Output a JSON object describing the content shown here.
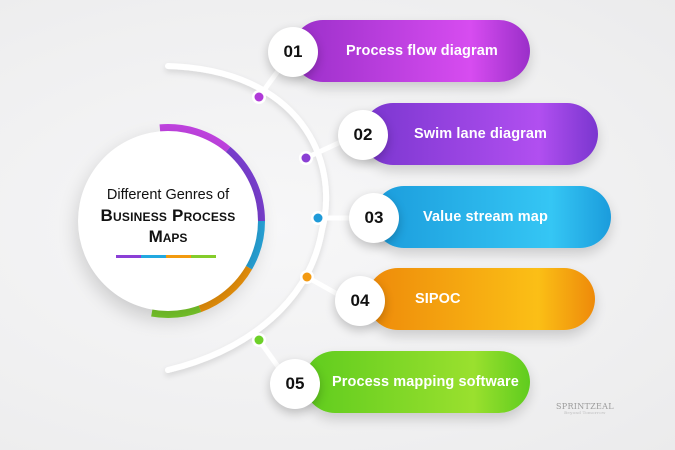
{
  "hub": {
    "line1": "Different Genres of",
    "line2": "Business Process",
    "line3": "Maps",
    "underline_colors": [
      "#8b3fd6",
      "#22a8e0",
      "#f29a0e",
      "#84cc2a"
    ],
    "ring_colors": [
      "#c043e0",
      "#7a3fd0",
      "#28a6dc",
      "#f0960c",
      "#7ccf2c"
    ]
  },
  "items": [
    {
      "number": "01",
      "label": "Process flow diagram",
      "color_start": "#9a2fc9",
      "color_end": "#d74cf0",
      "dot": "#b03ad8"
    },
    {
      "number": "02",
      "label": "Swim lane diagram",
      "color_start": "#7a36cf",
      "color_end": "#b14ff0",
      "dot": "#8a3fd4"
    },
    {
      "number": "03",
      "label": "Value stream map",
      "color_start": "#1b9cdc",
      "color_end": "#35c6f4",
      "dot": "#1f9ad8"
    },
    {
      "number": "04",
      "label": "SIPOC",
      "color_start": "#ee8a0a",
      "color_end": "#fbbf16",
      "dot": "#f39a12"
    },
    {
      "number": "05",
      "label": "Process mapping software",
      "color_start": "#5fcc1e",
      "color_end": "#9ae02e",
      "dot": "#6dd028"
    }
  ],
  "watermark": {
    "brand": "SPRINTZEAL",
    "tagline": "Beyond Tomorrow"
  }
}
